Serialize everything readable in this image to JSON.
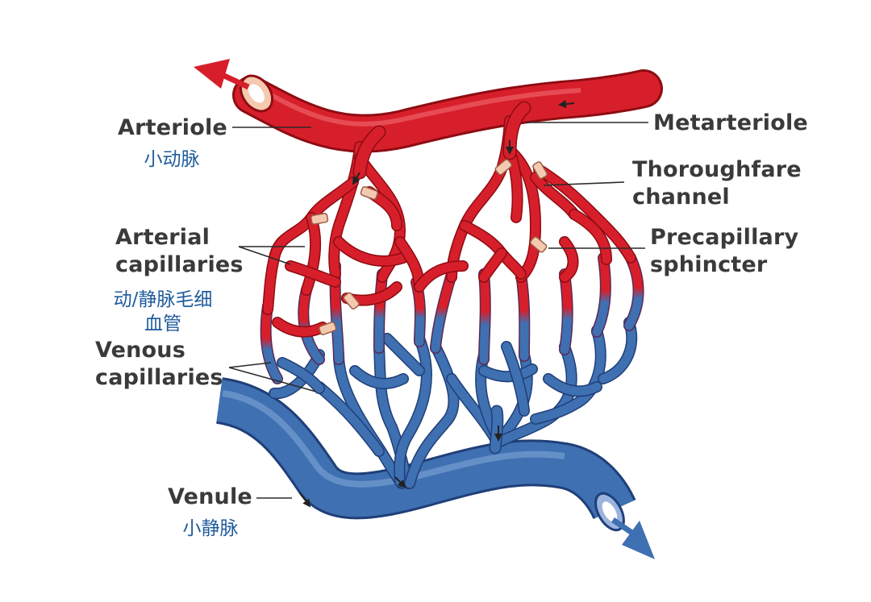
{
  "labels": {
    "arteriole": "Arteriole",
    "arteriole_cn": "小动脉",
    "metarteriole": "Metarteriole",
    "thoroughfare_line1": "Thoroughfare",
    "thoroughfare_line2": "channel",
    "arterial_line1": "Arterial",
    "arterial_line2": "capillaries",
    "precap_line1": "Precapillary",
    "precap_line2": "sphincter",
    "capillary_cn_line1": "动/静脉毛细",
    "capillary_cn_line2": "血管",
    "venous_line1": "Venous",
    "venous_line2": "capillaries",
    "venule": "Venule",
    "venule_cn": "小静脉"
  },
  "colors": {
    "artery": "#d71f2b",
    "artery_dark": "#8e0c12",
    "vein": "#3f70b1",
    "vein_dark": "#1f3f78",
    "sphincter": "#f4c9b0",
    "label": "#3a3a3a",
    "chinese_label": "#1f5c9c"
  }
}
